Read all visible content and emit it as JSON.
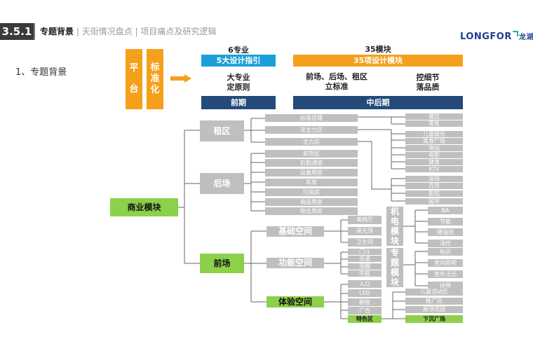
{
  "header": {
    "section_number": "3.5.1",
    "section_title": "专题背景",
    "section_subtitle": " | 天街情况盘点 | 项目痛点及研究逻辑",
    "logo_text": "LONGFOR",
    "logo_cn": "龙湖"
  },
  "subheading": "1、专题背景",
  "overview": {
    "platform": [
      "平",
      "台"
    ],
    "standardization": [
      "标",
      "准",
      "化"
    ],
    "early": {
      "count_label": "6专业",
      "banner": "5大设计指引",
      "desc_line1": "大专业",
      "desc_line2": "定原则",
      "phase": "前期"
    },
    "later": {
      "count_label": "35模块",
      "banner": "35项设计模块",
      "desc_a_line1": "前场、后场、租区",
      "desc_a_line2": "立标准",
      "desc_b_line1": "控细节",
      "desc_b_line2": "落品质",
      "phase": "中后期"
    },
    "colors": {
      "orange": "#f5a01a",
      "blue": "#1aa0d8",
      "navy": "#234a78",
      "green": "#8dd04a",
      "gray": "#bfbfbf"
    }
  },
  "tree": {
    "root": "商业模块",
    "branches": {
      "rent": "租区",
      "back": "后场",
      "front": "前场"
    },
    "rent_items": [
      "标准店铺",
      "次主力店",
      "主力店"
    ],
    "back_items": [
      "卸货区",
      "后勤通道",
      "设备用房",
      "车库",
      "垃圾房",
      "商运用房",
      "物业用房"
    ],
    "standard_shop_items": [
      "餐饮",
      "零售"
    ],
    "secondary_anchor_items": [
      "儿童娱乐",
      "美食广场",
      "电玩",
      "电影",
      "健身",
      "KTV"
    ],
    "anchor_items": [
      "冰场",
      "百货",
      "影院",
      "超市"
    ],
    "front_groups": {
      "basic": "基础空间",
      "function": "功能空间",
      "experience": "体验空间"
    },
    "basic_items": [
      "电梯厅",
      "采光顶",
      "卫生间"
    ],
    "function_items": [
      "门斗",
      "走道",
      "雨棚",
      "中庭"
    ],
    "experience_items": [
      "入口",
      "LED",
      "橱窗",
      "广告",
      "特色区"
    ],
    "mep_module": [
      "机",
      "电",
      "模",
      "块"
    ],
    "mep_items": [
      "BA",
      "节能",
      "隔油池",
      "温控"
    ],
    "special_module": [
      "专",
      "题",
      "模",
      "块"
    ],
    "special_items": [
      "标识",
      "室内照明",
      "室外泛光",
      "扶梯"
    ],
    "feature_items": [
      "儿童活动区",
      "推广区",
      "屋顶花园",
      "下沉广场"
    ]
  }
}
